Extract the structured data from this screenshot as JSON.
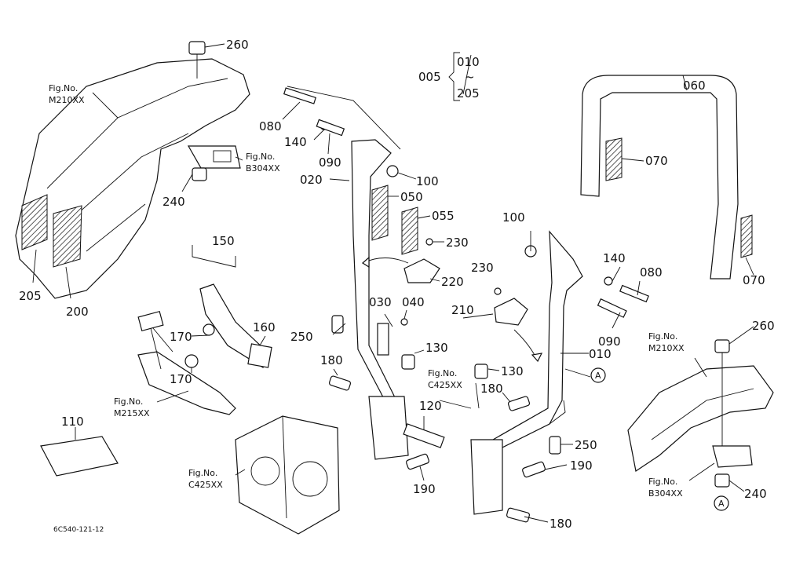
{
  "diagram_code": "6C540-121-12",
  "assembly": {
    "label": "005",
    "range_start": "010",
    "range_tilde": "~",
    "range_end": "205"
  },
  "callouts": {
    "p010": "010",
    "p020": "020",
    "p030": "030",
    "p040": "040",
    "p050": "050",
    "p055": "055",
    "p060": "060",
    "p070a": "070",
    "p070b": "070",
    "p080a": "080",
    "p080b": "080",
    "p090a": "090",
    "p090b": "090",
    "p100a": "100",
    "p100b": "100",
    "p110": "110",
    "p120": "120",
    "p130a": "130",
    "p130b": "130",
    "p140a": "140",
    "p140b": "140",
    "p150": "150",
    "p160": "160",
    "p170a": "170",
    "p170b": "170",
    "p180a": "180",
    "p180b": "180",
    "p180c": "180",
    "p190a": "190",
    "p190b": "190",
    "p200": "200",
    "p205": "205",
    "p210": "210",
    "p220": "220",
    "p230a": "230",
    "p230b": "230",
    "p240a": "240",
    "p240b": "240",
    "p250a": "250",
    "p250b": "250",
    "p260a": "260",
    "p260b": "260"
  },
  "references": {
    "fig_label": "Fig.No.",
    "m210_left": "M210XX",
    "b304_top": "B304XX",
    "m215": "M215XX",
    "c425_left": "C425XX",
    "c425_mid": "C425XX",
    "m210_right": "M210XX",
    "b304_right": "B304XX"
  },
  "marker_a": "A"
}
